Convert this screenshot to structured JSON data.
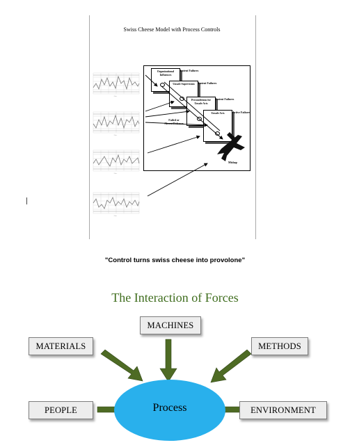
{
  "document": {
    "title": "Swiss Cheese Model with Process Controls",
    "slices": [
      {
        "label": "Organizational Influences",
        "caption": "Latent Failures"
      },
      {
        "label": "Unsafe Supervision",
        "caption": "Latent Failures"
      },
      {
        "label": "Preconditions for Unsafe Acts",
        "caption": "Latent Failures"
      },
      {
        "label": "Unsafe Acts",
        "caption": "Active Failures"
      }
    ],
    "failed_defenses_label": "Failed or Absent Defenses",
    "mishap_label": "Mishap",
    "chart_count": 4
  },
  "quote": "\"Control turns swiss cheese into provolone\"",
  "forces": {
    "title": "The Interaction of Forces",
    "machines": "MACHINES",
    "materials": "MATERIALS",
    "methods": "METHODS",
    "people": "PEOPLE",
    "environment": "ENVIRONMENT",
    "center": "Process",
    "colors": {
      "title": "#3f6d1e",
      "arrow": "#4e6b24",
      "ellipse": "#29b0ec",
      "box": "#ededed"
    }
  }
}
